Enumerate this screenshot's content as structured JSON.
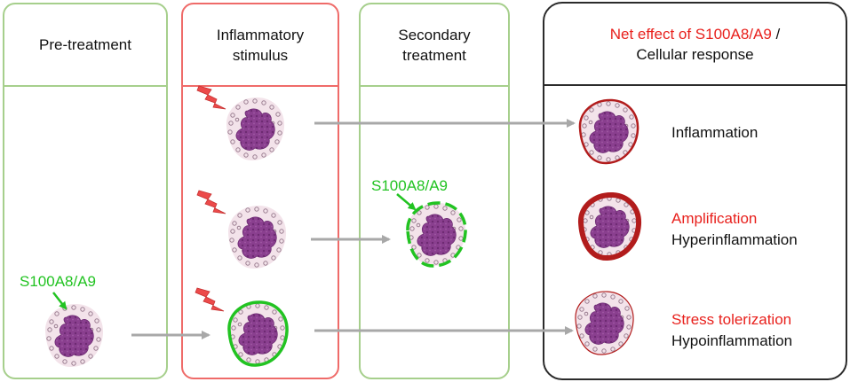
{
  "columns": {
    "pretreatment": {
      "title": "Pre-treatment"
    },
    "stimulus": {
      "title_line1": "Inflammatory",
      "title_line2": "stimulus"
    },
    "secondary": {
      "title_line1": "Secondary",
      "title_line2": "treatment"
    },
    "net": {
      "title_red": "Net effect of S100A8/A9",
      "title_sep": " /",
      "title_line2": "Cellular response"
    }
  },
  "annotations": {
    "pretreatment_agent": "S100A8/A9",
    "secondary_agent": "S100A8/A9"
  },
  "outcomes": [
    {
      "line1": "Inflammation"
    },
    {
      "line1_red": "Amplification",
      "line2": "Hyperinflammation"
    },
    {
      "line1_red": "Stress tolerization",
      "line2": "Hypoinflammation"
    }
  ],
  "colors": {
    "pretreatment_border": "#a6cf8c",
    "stimulus_border": "#ef6b69",
    "secondary_border": "#a6cf8c",
    "net_border": "#2b2b2b",
    "accent_red": "#e8201c",
    "agent_green": "#22c322",
    "arrow_gray": "#a8a8a8",
    "cell_membrane_dark_red": "#b21c1c",
    "nucleus_purple": "#8a3f8f",
    "lightning_red": "#ec4a4a"
  },
  "icons": [
    "neutrophil-cell-icon",
    "lightning-bolt-icon",
    "arrow-icon"
  ]
}
